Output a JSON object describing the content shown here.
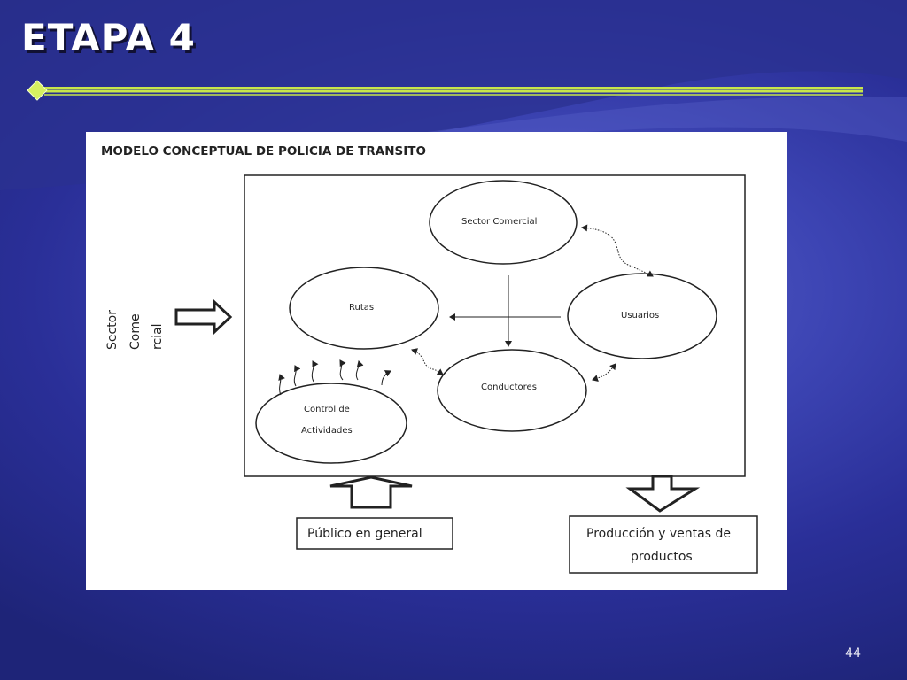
{
  "slide": {
    "title": "ETAPA 4",
    "page_number": "44"
  },
  "diagram": {
    "title": "MODELO CONCEPTUAL DE POLICIA DE TRANSITO",
    "nodes": {
      "sector_comercial": "Sector Comercial",
      "rutas": "Rutas",
      "usuarios": "Usuarios",
      "conductores": "Conductores",
      "control_line1": "Control de",
      "control_line2": "Actividades"
    },
    "side_label": {
      "line1": "Sector",
      "line2": "Come",
      "line3": "rcial"
    },
    "boxes": {
      "publico": "Público en general",
      "produccion_line1": "Producción y ventas de",
      "produccion_line2": "productos"
    }
  },
  "colors": {
    "background": "#3d45b4",
    "rule": "#c8e64a"
  }
}
